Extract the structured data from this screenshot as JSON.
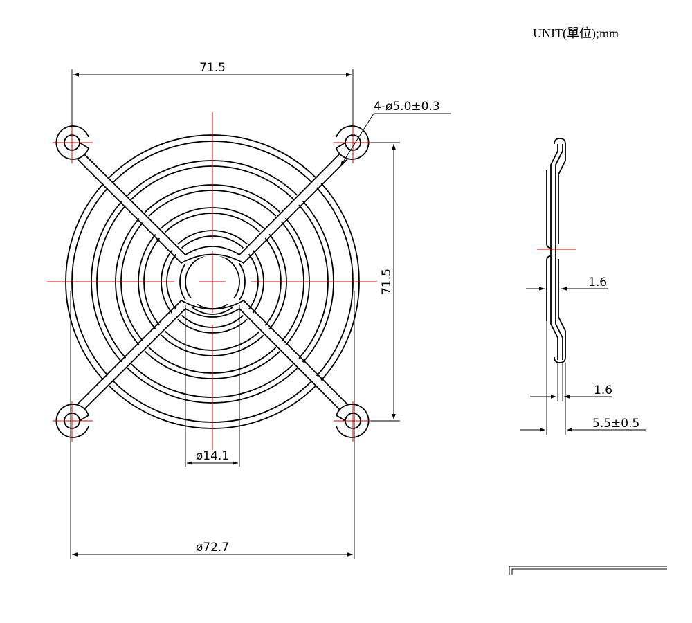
{
  "unit_label": "UNIT(單位);mm",
  "front_view": {
    "width_dim": "71.5",
    "height_dim": "71.5",
    "hole_spec": "4-ø5.0±0.3",
    "hub_dia": "ø14.1",
    "outer_dia": "ø72.7"
  },
  "side_view": {
    "wire_dia_1": "1.6",
    "wire_dia_2": "1.6",
    "thickness": "5.5±0.5"
  },
  "colors": {
    "line": "#000000",
    "centerline": "#d40000"
  }
}
